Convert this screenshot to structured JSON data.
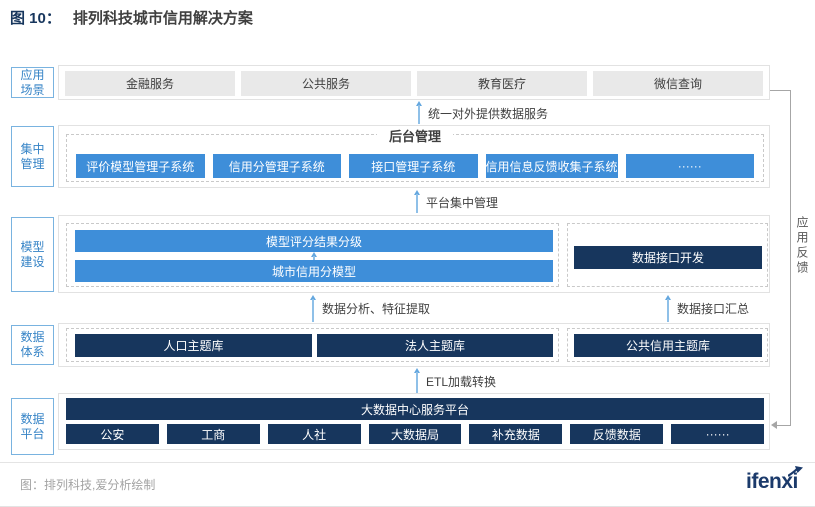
{
  "title": {
    "figure_label": "图 10：",
    "text": "排列科技城市信用解决方案"
  },
  "colors": {
    "accent_blue": "#3e8ed9",
    "dark_navy": "#17365d",
    "side_label_blue": "#3583c6",
    "arrow_blue": "#64a7df",
    "gray_box_bg": "#e9e9e9",
    "logo_navy": "#1b3a6b"
  },
  "side_labels": [
    {
      "line1": "应用",
      "line2": "场景"
    },
    {
      "line1": "集中",
      "line2": "管理"
    },
    {
      "line1": "模型",
      "line2": "建设"
    },
    {
      "line1": "数据",
      "line2": "体系"
    },
    {
      "line1": "数据",
      "line2": "平台"
    }
  ],
  "app_row": {
    "items": [
      "金融服务",
      "公共服务",
      "教育医疗",
      "微信查询"
    ]
  },
  "central": {
    "group_title": "后台管理",
    "systems": [
      "评价模型管理子系统",
      "信用分管理子系统",
      "接口管理子系统",
      "信用信息反馈收集子系统",
      "······"
    ]
  },
  "model": {
    "top_box": "模型评分结果分级",
    "bottom_box": "城市信用分模型",
    "right_box": "数据接口开发"
  },
  "data_layer": {
    "left_boxes": [
      "人口主题库",
      "法人主题库"
    ],
    "right_box": "公共信用主题库"
  },
  "platform": {
    "title": "大数据中心服务平台",
    "sources": [
      "公安",
      "工商",
      "人社",
      "大数据局",
      "补充数据",
      "反馈数据",
      "······"
    ]
  },
  "arrows": {
    "to_app": "统一对外提供数据服务",
    "to_central": "平台集中管理",
    "to_model_left": "数据分析、特征提取",
    "to_model_right": "数据接口汇总",
    "to_data": "ETL加载转换"
  },
  "feedback_label": "应用反馈",
  "footer": {
    "caption": "图：排列科技,爱分析绘制",
    "logo": "ifenxi"
  }
}
